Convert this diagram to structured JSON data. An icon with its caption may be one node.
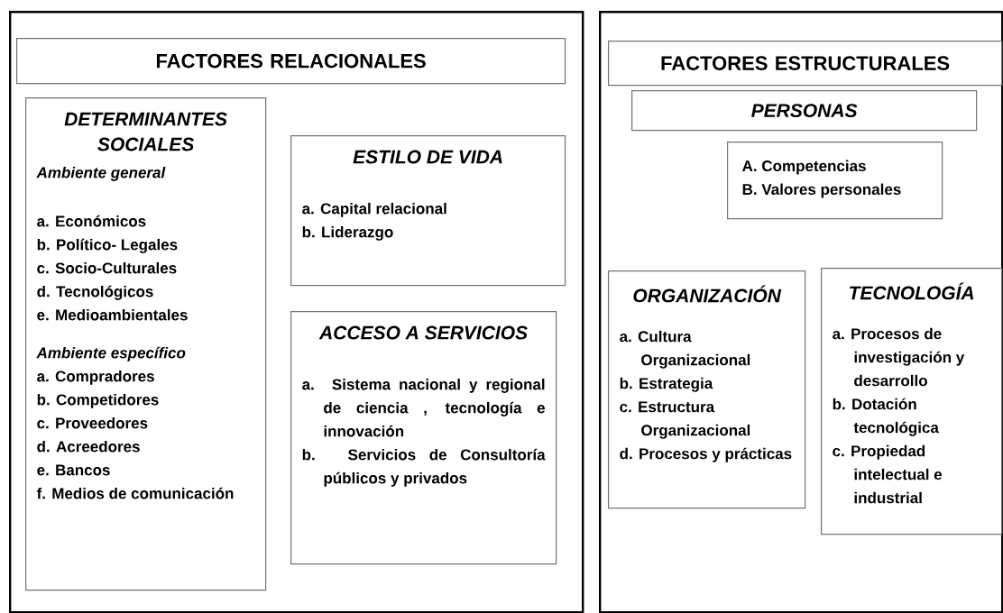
{
  "diagram": {
    "nodes": [
      {
        "text": [],
        "shape": "box"
      },
      {
        "text": [
          "FACTORES RELACIONALES"
        ],
        "in": 0
      },
      {
        "text": [
          "DETERMINANTES SOCIALES",
          "Ambiente general",
          "a. Económicos",
          "b. Político- Legales",
          "c. Socio-Culturales",
          "d. Tecnológicos",
          "e. Medioambientales",
          "Ambiente específico",
          "a. Compradores",
          "b. Competidores",
          "c. Proveedores",
          "d. Acreedores",
          "e. Bancos",
          "f. Medios de comunicación"
        ],
        "in": 0
      },
      {
        "text": [
          "ESTILO DE VIDA",
          "a. Capital relacional",
          "b. Liderazgo"
        ],
        "in": 0
      },
      {
        "text": [
          "ACCESO A SERVICIOS",
          "a. Sistema nacional y regional de ciencia , tecnología e innovación",
          "b. Servicios de Consultoría públicos y privados"
        ],
        "in": 0
      },
      {
        "text": [],
        "shape": "box"
      },
      {
        "text": [
          "FACTORES ESTRUCTURALES"
        ],
        "in": 5
      },
      {
        "text": [
          "PERSONAS"
        ],
        "in": 5
      },
      {
        "text": [
          "A. Competencias",
          "B. Valores personales"
        ],
        "in": 5
      },
      {
        "text": [
          "ORGANIZACIÓN",
          "a. Cultura Organizacional",
          "b. Estrategia",
          "c. Estructura Organizacional",
          "d. Procesos y prácticas"
        ],
        "in": 5
      },
      {
        "text": [
          "TECNOLOGÍA",
          "a. Procesos de investigación y desarrollo",
          "b. Dotación tecnológica",
          "c. Propiedad intelectual e industrial"
        ],
        "in": 5
      }
    ],
    "edges": []
  }
}
